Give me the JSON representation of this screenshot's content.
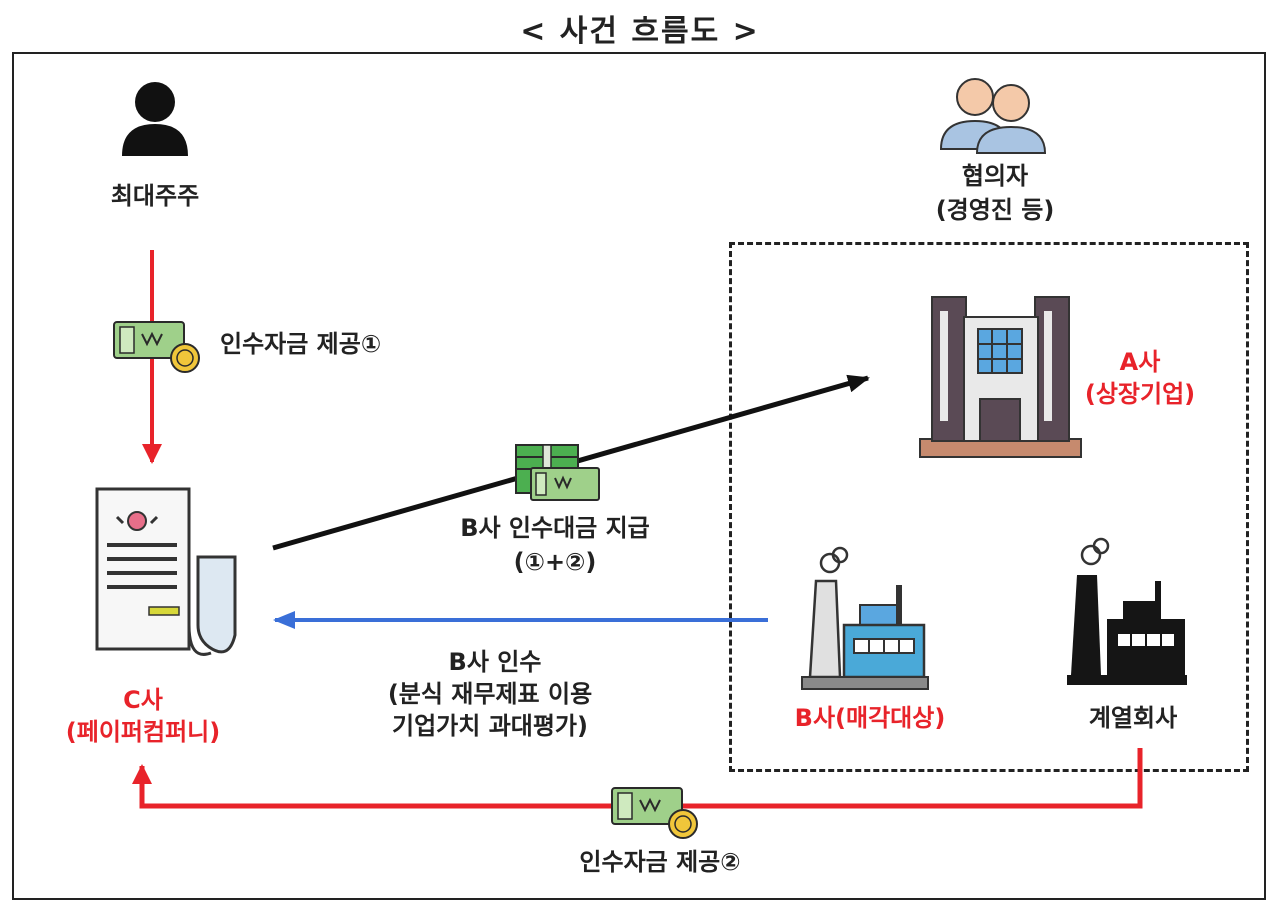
{
  "title": "< 사건 흐름도 >",
  "nodes": {
    "major_shareholder": {
      "label": "최대주주",
      "icon": "person-icon"
    },
    "conspirators": {
      "label1": "협의자",
      "label2": "(경영진 등)",
      "icon": "people-icon"
    },
    "a_company": {
      "label1": "A사",
      "label2": "(상장기업)",
      "icon": "office-building-icon"
    },
    "c_company": {
      "label1": "C사",
      "label2": "(페이퍼컴퍼니)",
      "icon": "receipt-document-icon"
    },
    "b_company": {
      "label": "B사(매각대상)",
      "icon": "factory-icon"
    },
    "affiliate": {
      "label": "계열회사",
      "icon": "factory-icon"
    }
  },
  "edges": {
    "fund1": {
      "label": "인수자금 제공①",
      "icon": "money-icon"
    },
    "payment": {
      "label1": "B사 인수대금 지급",
      "label2": "(①+②)",
      "icon": "cash-stack-icon"
    },
    "acquisition": {
      "label1": "B사 인수",
      "label2": "(분식 재무제표 이용",
      "label3": "기업가치 과대평가)"
    },
    "fund2": {
      "label": "인수자금 제공②",
      "icon": "money-icon"
    }
  },
  "colors": {
    "red": "#e8232a",
    "blue": "#3a6fd8",
    "black": "#111111"
  }
}
